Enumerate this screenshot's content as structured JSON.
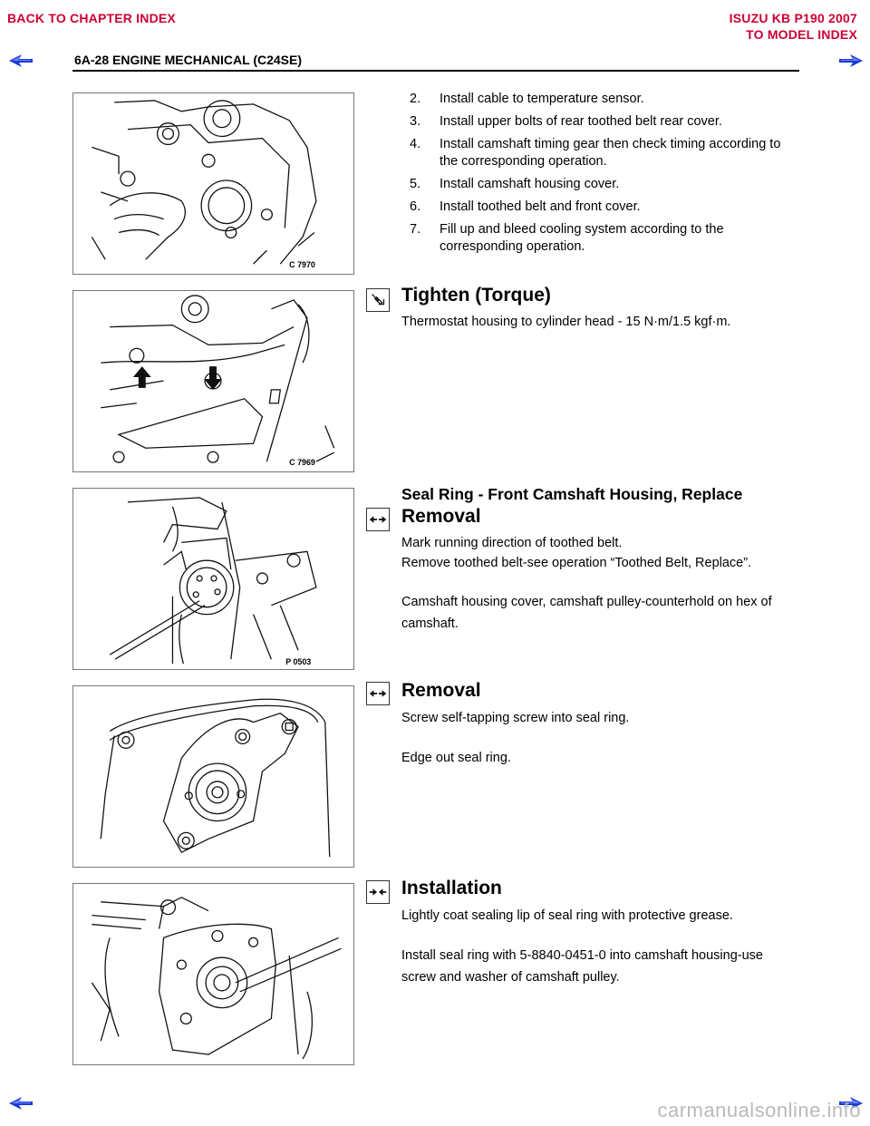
{
  "nav": {
    "back_to_chapter": "BACK TO CHAPTER INDEX",
    "model_line1": "ISUZU KB P190 2007",
    "model_line2": "TO MODEL INDEX"
  },
  "header": {
    "title": "6A-28 ENGINE MECHANICAL (C24SE)"
  },
  "figures": {
    "f1_code": "C 7970",
    "f2_code": "C 7969",
    "f3_code": "P 0503"
  },
  "steps": [
    {
      "num": "2.",
      "text": "Install cable to temperature sensor."
    },
    {
      "num": "3.",
      "text": "Install upper bolts of rear toothed belt rear cover."
    },
    {
      "num": "4.",
      "text": "Install camshaft timing gear then check timing according to the corresponding operation."
    },
    {
      "num": "5.",
      "text": "Install camshaft housing cover."
    },
    {
      "num": "6.",
      "text": "Install toothed belt and front cover."
    },
    {
      "num": "7.",
      "text": "Fill up and bleed cooling system according to the corresponding operation."
    }
  ],
  "torque": {
    "heading": "Tighten (Torque)",
    "text": "Thermostat housing to cylinder head - 15 N·m/1.5 kgf·m."
  },
  "seal": {
    "title": "Seal Ring - Front Camshaft Housing, Replace",
    "removal1_heading": "Removal",
    "removal1_p1": "Mark running direction of toothed belt.",
    "removal1_p2": "Remove toothed belt-see operation “Toothed Belt, Replace”.",
    "removal1_p3": "Camshaft housing cover, camshaft pulley-counterhold on hex of camshaft.",
    "removal2_heading": "Removal",
    "removal2_p1": "Screw self-tapping screw into seal ring.",
    "removal2_p2": "Edge out seal ring.",
    "install_heading": "Installation",
    "install_p1": "Lightly coat sealing lip of seal ring with protective grease.",
    "install_p2": "Install seal ring with 5-8840-0451-0 into camshaft housing-use screw and washer of camshaft pulley."
  },
  "icons": {
    "torque": "torque-wrench-icon",
    "removal": "removal-arrows-icon",
    "install": "installation-arrows-icon",
    "nav_prev": "previous-page-arrow-icon",
    "nav_next": "next-page-arrow-icon"
  },
  "colors": {
    "nav_link": "#cc0033",
    "nav_arrow": "#1a3ad6"
  },
  "watermark": "carmanualsonline.info"
}
